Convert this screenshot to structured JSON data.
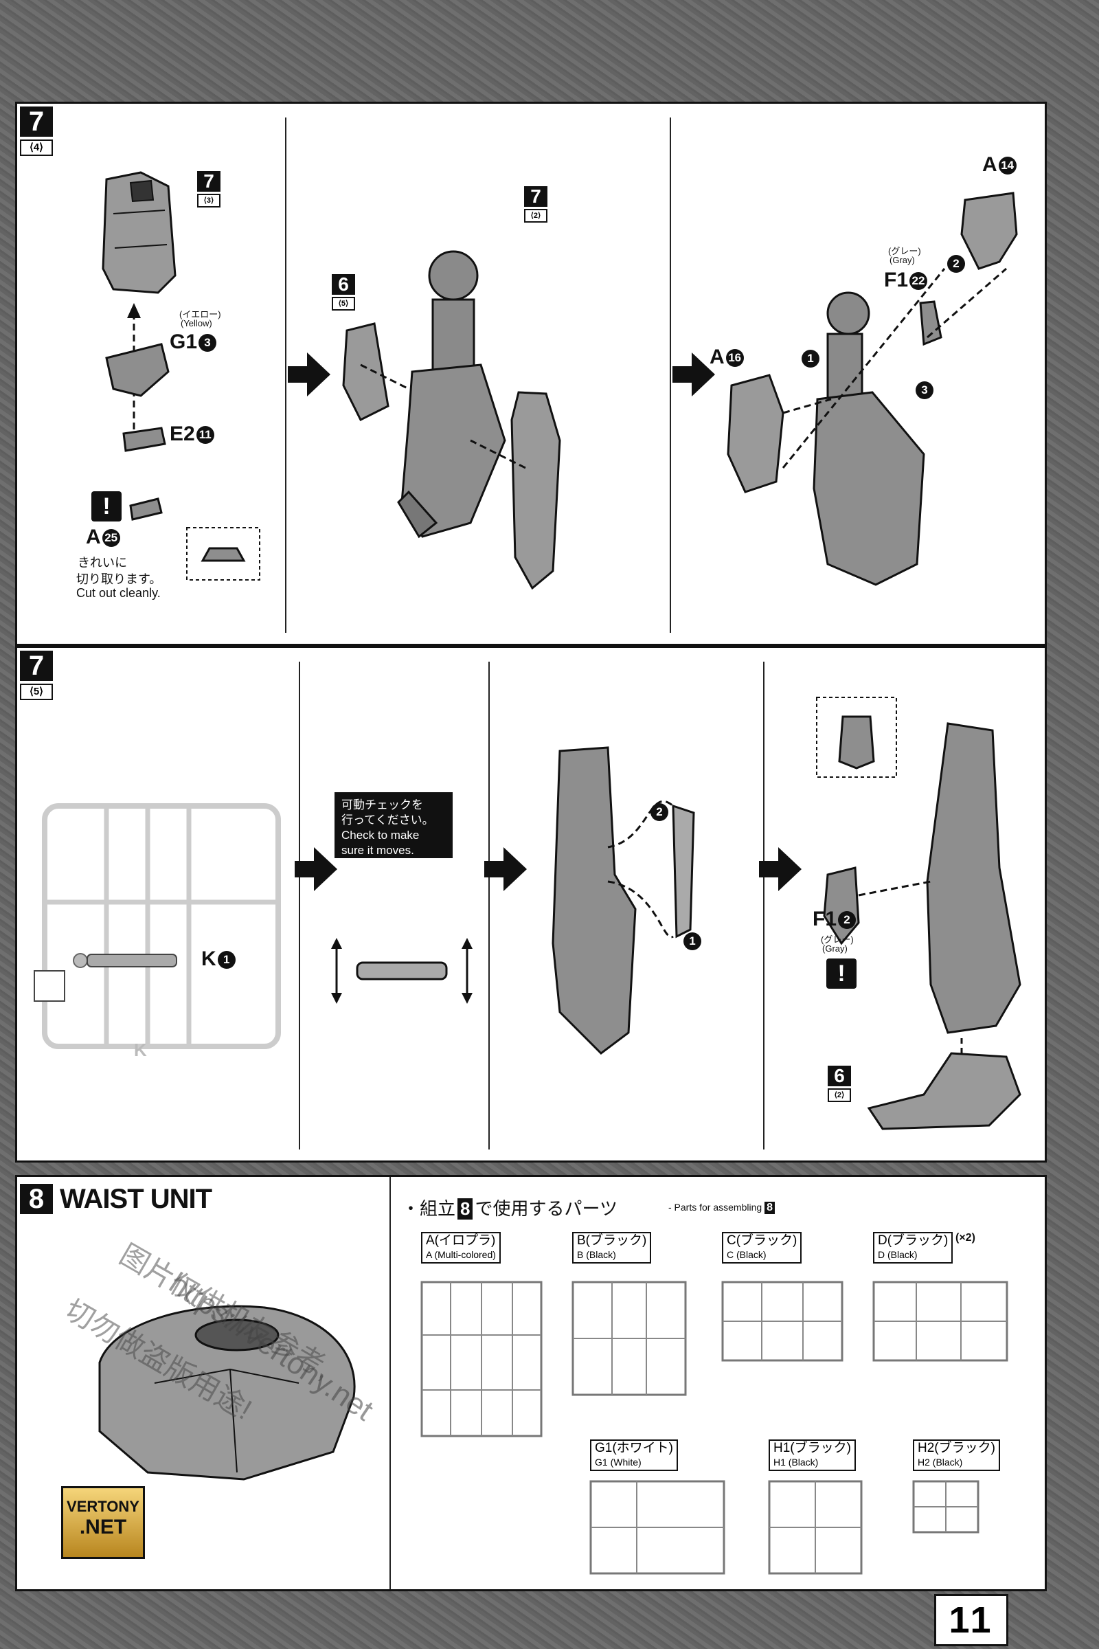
{
  "page_number": "11",
  "step7_4": {
    "step": "7",
    "sub": "⟨4⟩",
    "callouts": {
      "ref_7_3_num": "7",
      "ref_7_3_sub": "⟨3⟩",
      "yellow_jp": "(イエロー)",
      "yellow_en": "(Yellow)",
      "g1": "G1",
      "g1_num": "3",
      "e2": "E2",
      "e2_num": "11",
      "a25": "A",
      "a25_num": "25",
      "warn": "!",
      "cut_jp1": "きれいに",
      "cut_jp2": "切り取ります。",
      "cut_en": "Cut out cleanly.",
      "ref_7_2_num": "7",
      "ref_7_2_sub": "⟨2⟩",
      "ref_6_5_num": "6",
      "ref_6_5_sub": "⟨5⟩",
      "a14": "A",
      "a14_num": "14",
      "gray_jp": "(グレー)",
      "gray_en": "(Gray)",
      "f1": "F1",
      "f1_num": "22",
      "a16": "A",
      "a16_num": "16",
      "seq1": "1",
      "seq2": "2",
      "seq3": "3"
    }
  },
  "step7_5": {
    "step": "7",
    "sub": "⟨5⟩",
    "k1": "K",
    "k1_num": "1",
    "check_jp1": "可動チェックを",
    "check_jp2": "行ってください。",
    "check_en1": "Check to make",
    "check_en2": "sure it moves.",
    "seq1": "1",
    "seq2": "2",
    "f1": "F1",
    "f1_num": "2",
    "gray_jp": "(グレー)",
    "gray_en": "(Gray)",
    "warn": "!",
    "ref_6_2_num": "6",
    "ref_6_2_sub": "⟨2⟩",
    "runner_letter": "K"
  },
  "step8": {
    "step": "8",
    "title": "WAIST UNIT",
    "parts_jp_pre": "・組立",
    "parts_jp_num": "8",
    "parts_jp_post": "で使用するパーツ",
    "parts_en": "- Parts for assembling",
    "parts_en_num": "8",
    "runners": [
      {
        "jp": "A(イロプラ)",
        "en": "A (Multi-colored)",
        "mult": ""
      },
      {
        "jp": "B(ブラック)",
        "en": "B (Black)",
        "mult": ""
      },
      {
        "jp": "C(ブラック)",
        "en": "C (Black)",
        "mult": ""
      },
      {
        "jp": "D(ブラック)",
        "en": "D (Black)",
        "mult": "(×2)"
      },
      {
        "jp": "G1(ホワイト)",
        "en": "G1 (White)",
        "mult": ""
      },
      {
        "jp": "H1(ブラック)",
        "en": "H1 (Black)",
        "mult": ""
      },
      {
        "jp": "H2(ブラック)",
        "en": "H2 (Black)",
        "mult": ""
      }
    ]
  },
  "watermark": {
    "url": "https://vertony.net",
    "cn1": "图片仅供机友参考,",
    "cn2": "切勿做盗版用途!",
    "logo1": "VERTONY",
    "logo2": ".NET"
  }
}
